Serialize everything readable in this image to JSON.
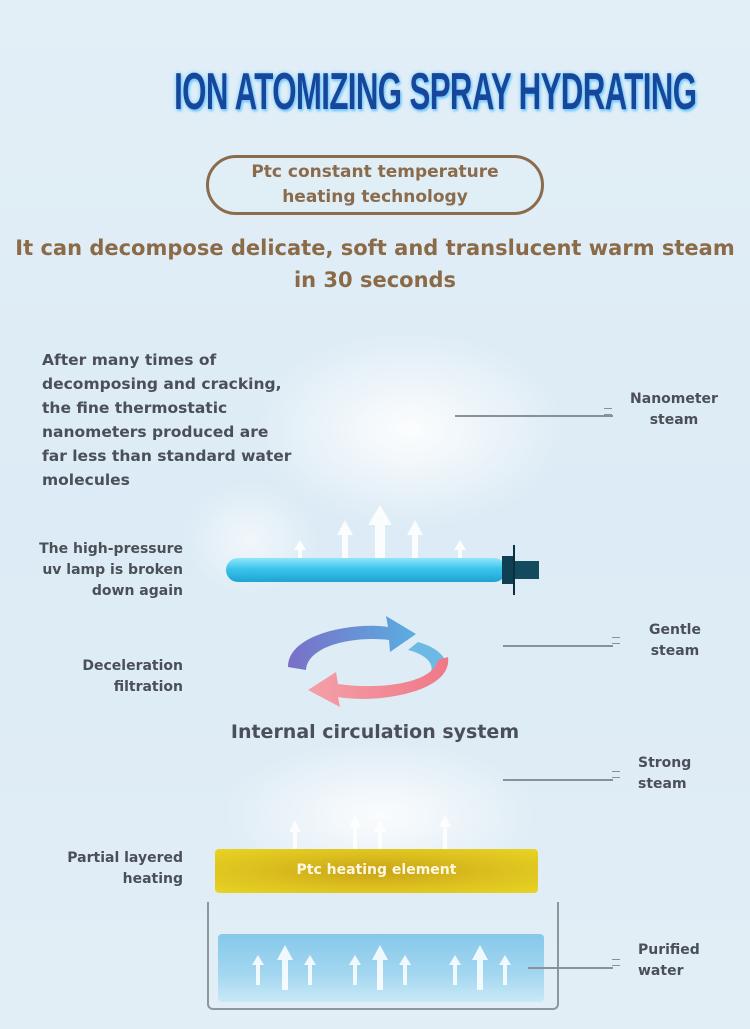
{
  "title": "ION ATOMIZING SPRAY HYDRATING",
  "badge": {
    "line1": "Ptc constant temperature",
    "line2": "heating technology"
  },
  "subtitle": {
    "line1": "It can decompose delicate, soft and translucent warm steam",
    "line2": "in 30 seconds"
  },
  "intro": [
    "After many times of",
    "decomposing and cracking,",
    "the fine thermostatic",
    "nanometers produced are",
    "far less than standard water",
    "molecules"
  ],
  "left_labels": {
    "uv_lamp": [
      "The high-pressure",
      "uv lamp is broken",
      "down again"
    ],
    "deceleration": [
      "Deceleration",
      "filtration"
    ],
    "partial": [
      "Partial layered",
      "heating"
    ]
  },
  "right_labels": {
    "nanometer": [
      "Nanometer",
      "steam"
    ],
    "gentle": [
      "Gentle",
      "steam"
    ],
    "strong": [
      "Strong",
      "steam"
    ],
    "purified": [
      "Purified",
      "water"
    ]
  },
  "circulation_label": "Internal circulation system",
  "heater_label": "Ptc heating element",
  "colors": {
    "title": "#17479a",
    "accent_brown": "#8b6a47",
    "label_text": "#4b5058",
    "lamp": "#3cc4ec",
    "heater": "#ddc11f",
    "water": "#9ed4ef"
  }
}
